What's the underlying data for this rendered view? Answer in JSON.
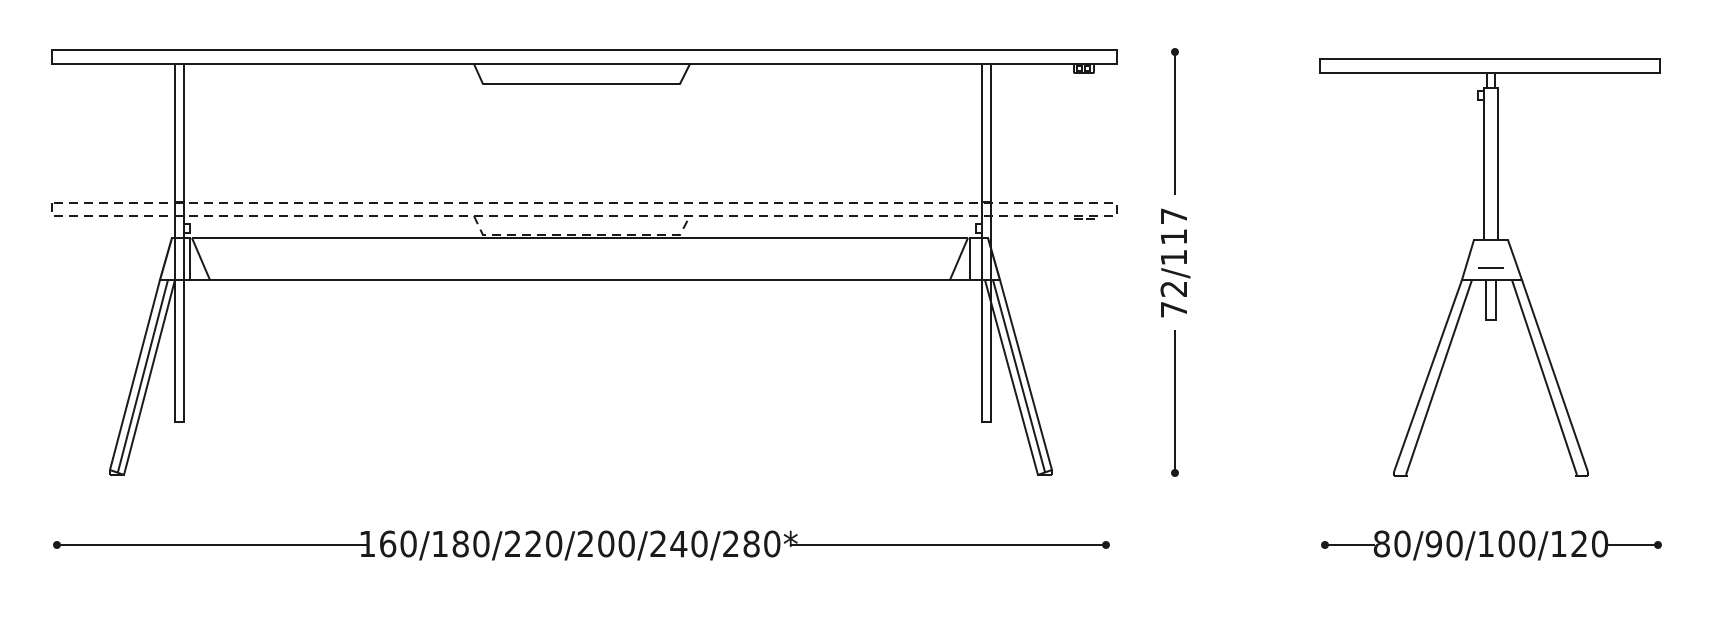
{
  "dimensions": {
    "length": "160/180/220/200/240/280*",
    "height": "72/117",
    "depth": "80/90/100/120"
  },
  "colors": {
    "line": "#1a1a1a",
    "background": "#ffffff"
  }
}
